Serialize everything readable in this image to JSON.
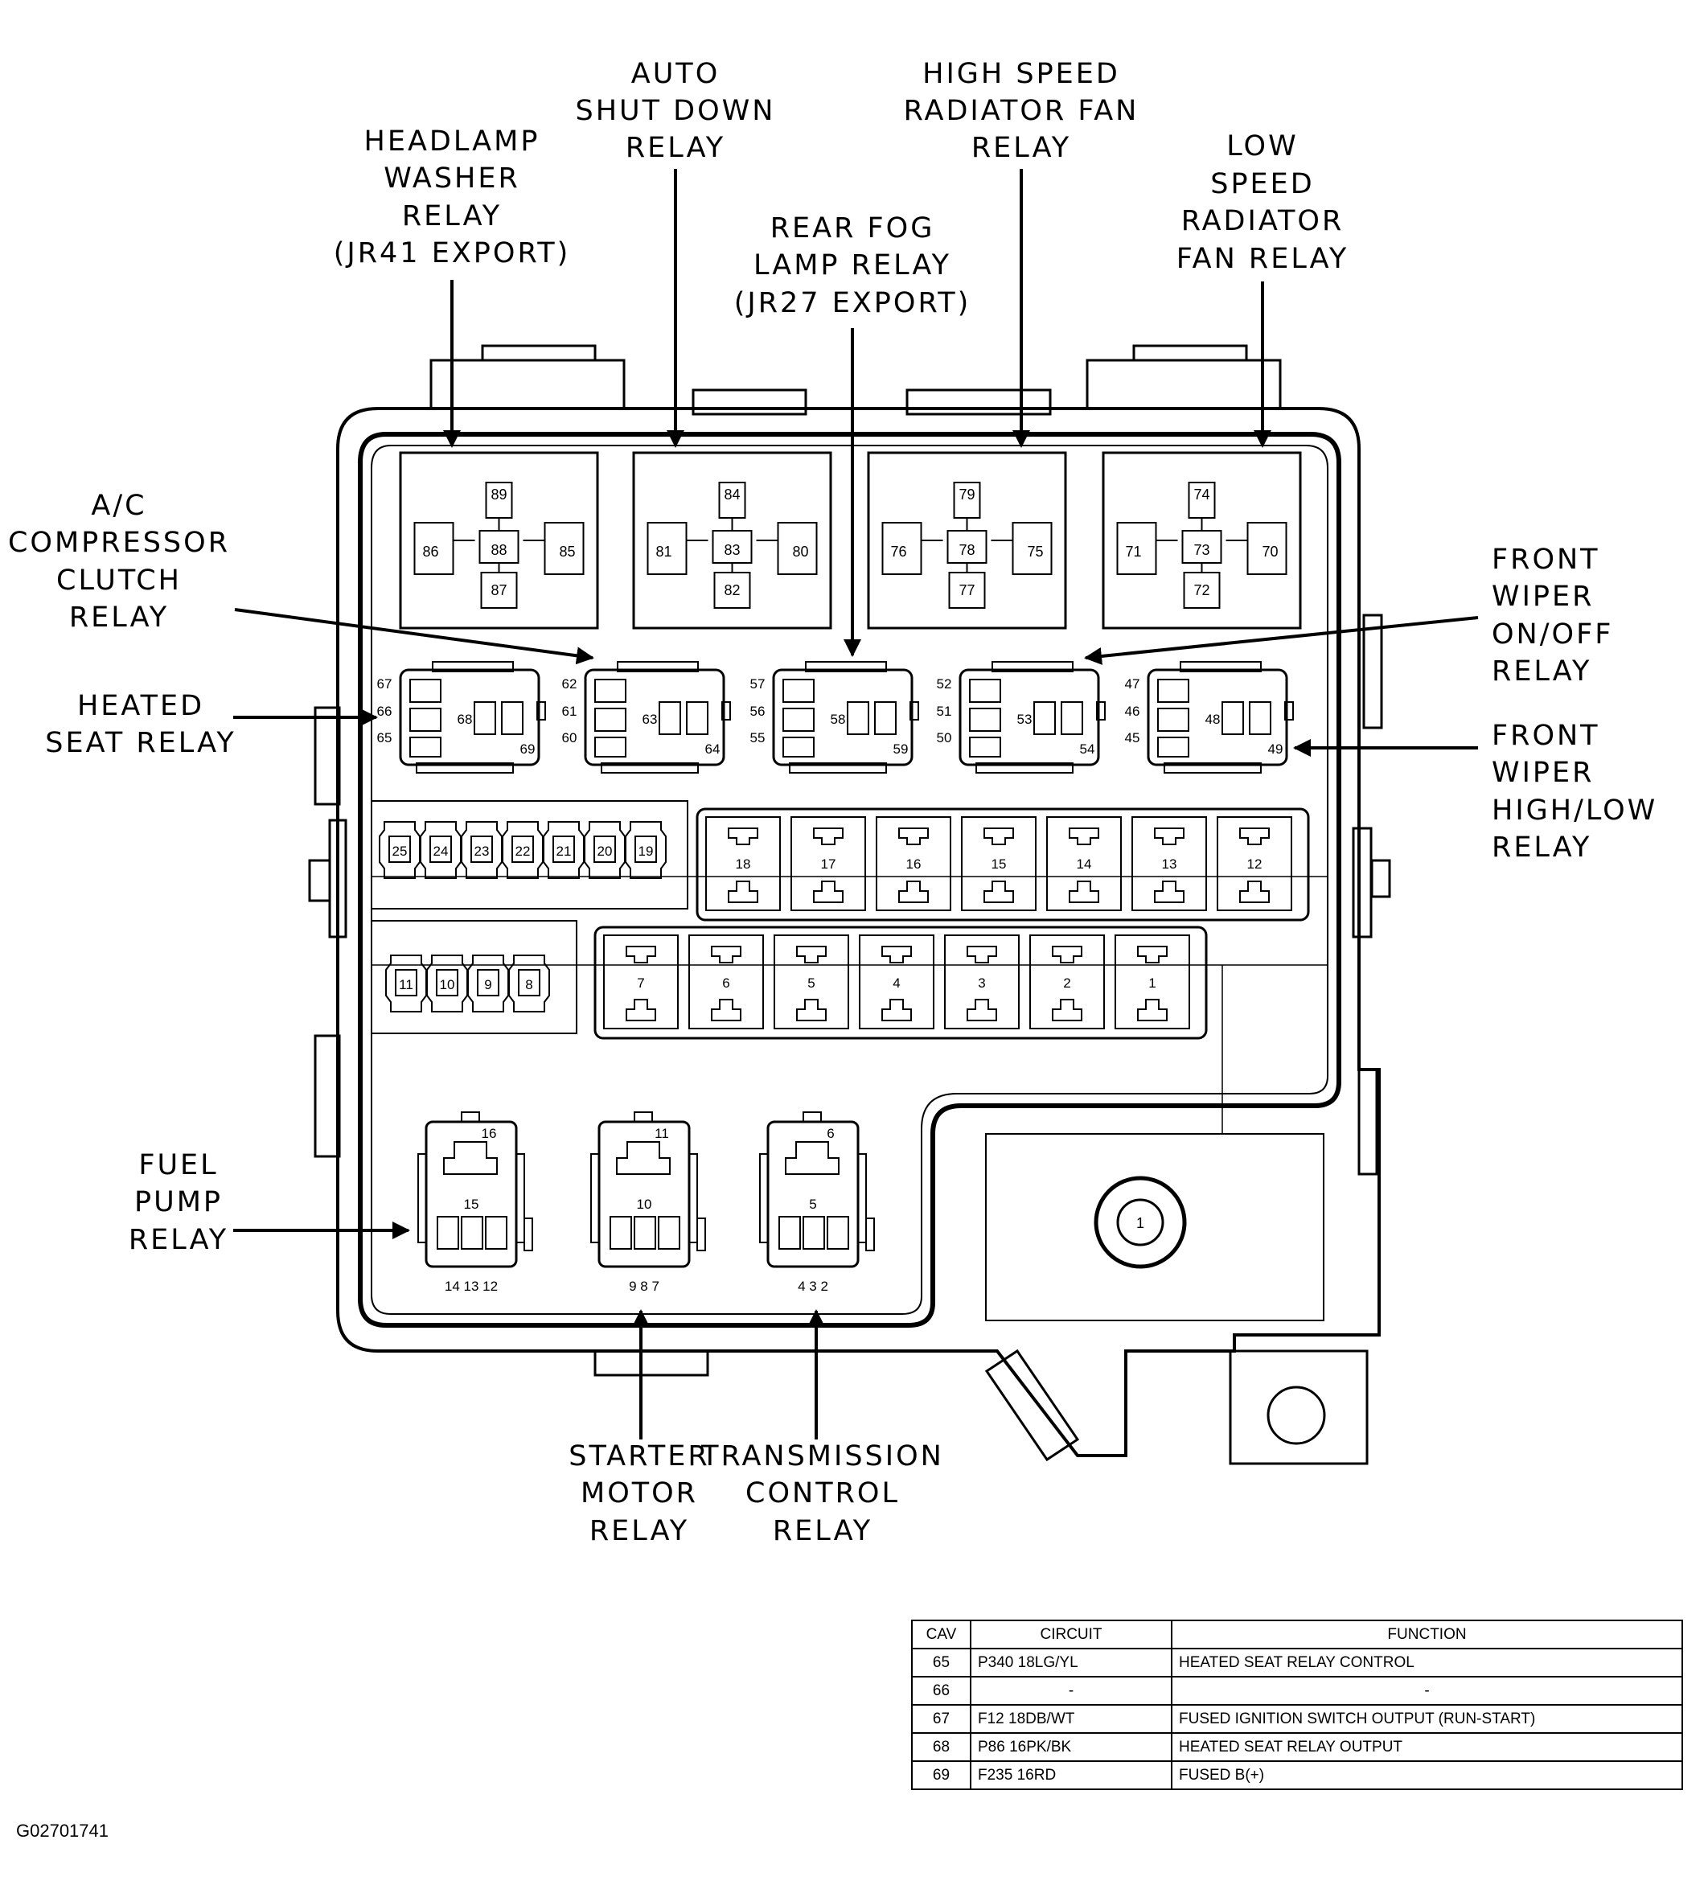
{
  "labels": {
    "headlamp_washer": [
      "HEADLAMP",
      "WASHER",
      "RELAY",
      "(JR41 EXPORT)"
    ],
    "auto_shutdown": [
      "AUTO",
      "SHUT DOWN",
      "RELAY"
    ],
    "rear_fog": [
      "REAR FOG",
      "LAMP RELAY",
      "(JR27 EXPORT)"
    ],
    "high_speed_fan": [
      "HIGH SPEED",
      "RADIATOR FAN",
      "RELAY"
    ],
    "low_speed_fan": [
      "LOW",
      "SPEED",
      "RADIATOR",
      "FAN RELAY"
    ],
    "ac_compressor": [
      "A/C",
      "COMPRESSOR",
      "CLUTCH",
      "RELAY"
    ],
    "heated_seat": [
      "HEATED",
      "SEAT RELAY"
    ],
    "front_wiper_onoff": [
      "FRONT",
      "WIPER",
      "ON/OFF",
      "RELAY"
    ],
    "front_wiper_highlow": [
      "FRONT",
      "WIPER",
      "HIGH/LOW",
      "RELAY"
    ],
    "fuel_pump": [
      "FUEL",
      "PUMP",
      "RELAY"
    ],
    "starter_motor": [
      "STARTER",
      "MOTOR",
      "RELAY"
    ],
    "transmission_control": [
      "TRANSMISSION",
      "CONTROL",
      "RELAY"
    ]
  },
  "large_relays": [
    {
      "top": "89",
      "left": "86",
      "center": "88",
      "right": "85",
      "bottom": "87"
    },
    {
      "top": "84",
      "left": "81",
      "center": "83",
      "right": "80",
      "bottom": "82"
    },
    {
      "top": "79",
      "left": "76",
      "center": "78",
      "right": "75",
      "bottom": "77"
    },
    {
      "top": "74",
      "left": "71",
      "center": "73",
      "right": "70",
      "bottom": "72"
    }
  ],
  "micro_relays": [
    {
      "pins": [
        "67",
        "66",
        "65"
      ],
      "center": "68",
      "corner": "69"
    },
    {
      "pins": [
        "62",
        "61",
        "60"
      ],
      "center": "63",
      "corner": "64"
    },
    {
      "pins": [
        "57",
        "56",
        "55"
      ],
      "center": "58",
      "corner": "59"
    },
    {
      "pins": [
        "52",
        "51",
        "50"
      ],
      "center": "53",
      "corner": "54"
    },
    {
      "pins": [
        "47",
        "46",
        "45"
      ],
      "center": "48",
      "corner": "49"
    }
  ],
  "mini_fuses_top": [
    "25",
    "24",
    "23",
    "22",
    "21",
    "20",
    "19"
  ],
  "mini_fuses_bottom": [
    "11",
    "10",
    "9",
    "8"
  ],
  "cartridge_fuses_top": [
    "18",
    "17",
    "16",
    "15",
    "14",
    "13",
    "12"
  ],
  "cartridge_fuses_bottom": [
    "7",
    "6",
    "5",
    "4",
    "3",
    "2",
    "1"
  ],
  "bottom_relays": [
    {
      "top": "16",
      "center": "15",
      "pins": "14  13  12"
    },
    {
      "top": "11",
      "center": "10",
      "pins": "9   8   7"
    },
    {
      "top": "6",
      "center": "5",
      "pins": "4   3   2"
    }
  ],
  "stud": "1",
  "circuit_table": {
    "headers": [
      "CAV",
      "CIRCUIT",
      "FUNCTION"
    ],
    "rows": [
      [
        "65",
        "P340 18LG/YL",
        "HEATED SEAT RELAY CONTROL"
      ],
      [
        "66",
        "-",
        "-"
      ],
      [
        "67",
        "F12 18DB/WT",
        "FUSED IGNITION SWITCH OUTPUT (RUN-START)"
      ],
      [
        "68",
        "P86 16PK/BK",
        "HEATED SEAT RELAY OUTPUT"
      ],
      [
        "69",
        "F235 16RD",
        "FUSED B(+)"
      ]
    ]
  },
  "figure_code": "G02701741"
}
